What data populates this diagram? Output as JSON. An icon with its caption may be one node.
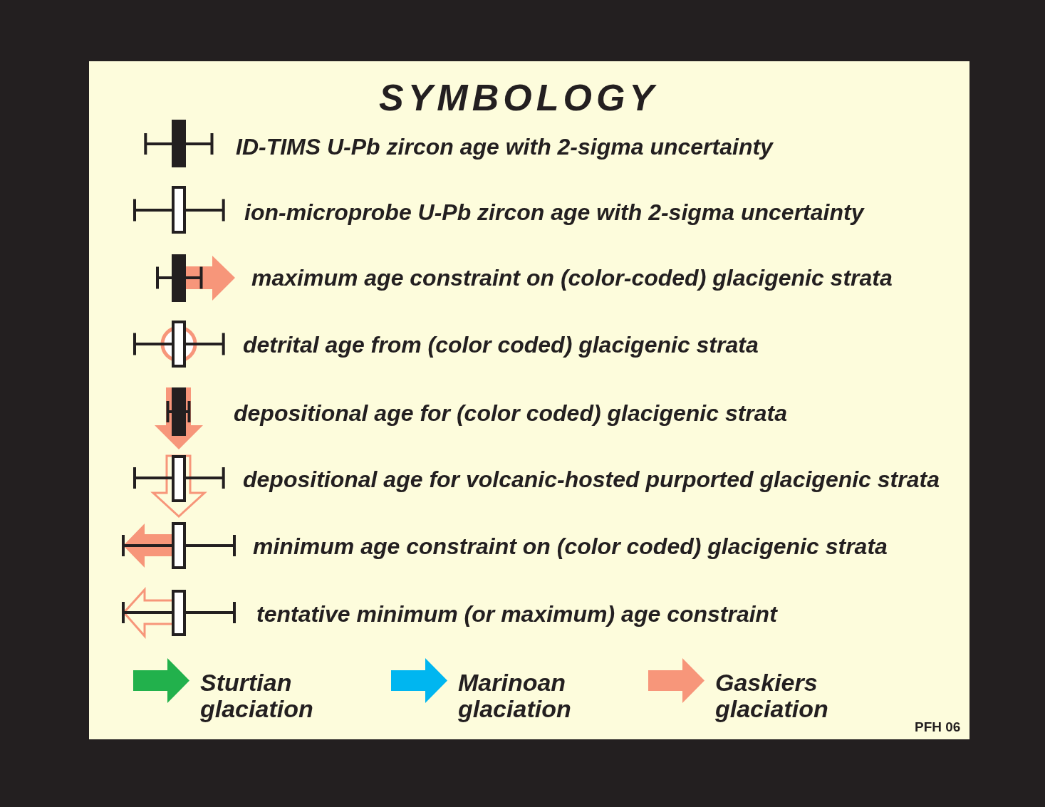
{
  "diagram": {
    "title": "SYMBOLOGY",
    "legend": [
      {
        "text": "ID-TIMS U-Pb zircon age with 2-sigma uncertainty"
      },
      {
        "text": "ion-microprobe U-Pb zircon age with 2-sigma uncertainty"
      },
      {
        "text": "maximum age constraint on (color-coded) glacigenic strata"
      },
      {
        "text": "detrital age from (color coded) glacigenic strata"
      },
      {
        "text": "depositional age for (color coded) glacigenic strata"
      },
      {
        "text": "depositional age for volcanic-hosted purported glacigenic strata"
      },
      {
        "text": "minimum age constraint on (color coded) glacigenic strata"
      },
      {
        "text": "tentative minimum (or maximum) age constraint"
      },
      {
        "text": "Sturtian glaciation",
        "color": "#22b14c"
      },
      {
        "text": "Marinoan glaciation",
        "color": "#00b6f0"
      },
      {
        "text": "Gaskiers glaciation",
        "color": "#f7967a"
      }
    ],
    "labels": [
      "PFH 06"
    ]
  }
}
